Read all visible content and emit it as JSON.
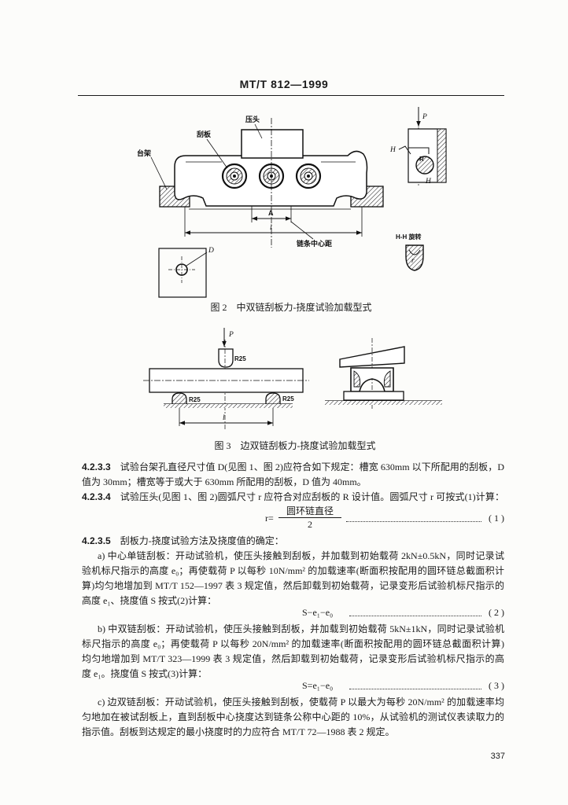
{
  "header": {
    "standard_no": "MT/T 812—1999"
  },
  "figure2": {
    "labels": {
      "press_head": "压头",
      "scraper": "刮板",
      "bench": "台架",
      "dim_a": "A",
      "dim_l": "l",
      "chain_center_distance": "链条中心距",
      "hole_d": "D",
      "load_p": "P",
      "section_h_top": "H",
      "radius_r": "R",
      "section_h_bottom": "H",
      "section_view": "H-H 旋转",
      "arc_r": "r"
    },
    "caption": "图 2　中双链刮板力-挠度试验加载型式"
  },
  "figure3": {
    "labels": {
      "load_p": "P",
      "head_radius": "R25",
      "left_support_radius": "R25",
      "right_support_radius": "R25",
      "span_l": "l"
    },
    "caption": "图 3　边双链刮板力-挠度试验加载型式"
  },
  "clause_4_2_3_3": {
    "number": "4.2.3.3",
    "lines": [
      "试验台架孔直径尺寸值 D(见图 1、图 2)应符合如下规定：槽宽 630mm 以下所配用的刮板，D",
      "值为 30mm；槽宽等于或大于 630mm 所配用的刮板，D 值为 40mm。"
    ]
  },
  "clause_4_2_3_4": {
    "number": "4.2.3.4",
    "lines": [
      "试验压头(见图 1、图 2)圆弧尺寸 r 应符合对应刮板的 R 设计值。圆弧尺寸 r 可按式(1)计算："
    ]
  },
  "formula1": {
    "lhs": "r=",
    "numerator": "圆环链直径",
    "denominator": "2",
    "number": "( 1 )"
  },
  "clause_4_2_3_5": {
    "number": "4.2.3.5",
    "lines": [
      "刮板力-挠度试验方法及挠度值的确定："
    ]
  },
  "item_a": {
    "lines": [
      "a) 中心单链刮板：开动试验机，使压头接触到刮板，并加载到初始载荷 2kN±0.5kN，同时记录试",
      "验机标尺指示的高度 e₀；再使载荷 P 以每秒 10N/mm² 的加载速率(断面积按配用的圆环链总截面积计",
      "算)均匀地增加到 MT/T 152—1997 表 3 规定值，然后卸载到初始载荷，记录变形后试验机标尺指示的",
      "高度 e₁、挠度值 S 按式(2)计算："
    ]
  },
  "formula2": {
    "expr": "S−e₁−e₀",
    "number": "( 2 )"
  },
  "item_b": {
    "lines": [
      "b) 中双链刮板：开动试验机，使压头接触到刮板，并加载到初始载荷 5kN±1kN，同时记录试验机",
      "标尺指示的高度 e₀；再使载荷 P 以每秒 20N/mm² 的加载速率(断面积按配用的圆环链总截面积计算)",
      "均匀地增加到 MT/T 323—1999 表 3 规定值，然后卸载到初始载荷，记录变形后试验机标尺指示的高",
      "度 e₁。挠度值 S 按式(3)计算："
    ]
  },
  "formula3": {
    "expr": "S=e₁−e₀",
    "number": "( 3 )"
  },
  "item_c": {
    "lines": [
      "c) 边双链刮板：开动试验机，使压头接触到刮板，使载荷 P 以最大为每秒 20N/mm² 的加载速率均",
      "匀地加在被试刮板上，直到刮板中心挠度达到链条公称中心距的 10%，从试验机的测试仪表读取力的",
      "指示值。刮板到达规定的最小挠度时的力应符合 MT/T 72—1988 表 2 规定。"
    ]
  },
  "footer": {
    "page_number": "337"
  }
}
